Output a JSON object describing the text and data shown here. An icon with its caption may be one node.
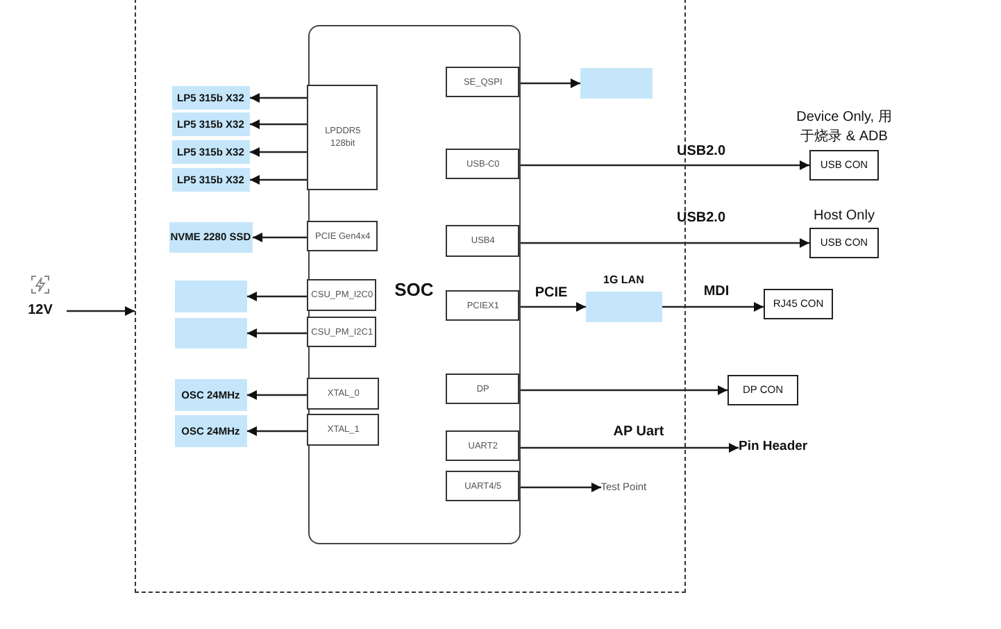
{
  "diagram": {
    "nodes": [
      {
        "text": [
          "12V"
        ]
      },
      {
        "text": [],
        "shape": "box"
      },
      {
        "text": [
          "SOC"
        ],
        "in": 1
      },
      {
        "text": [
          "LPDDR5 128bit"
        ],
        "in": 2
      },
      {
        "text": [
          "PCIE Gen4x4"
        ],
        "in": 2
      },
      {
        "text": [
          "CSU_PM_I2C0"
        ],
        "in": 2
      },
      {
        "text": [
          "CSU_PM_I2C1"
        ],
        "in": 2
      },
      {
        "text": [
          "XTAL_0"
        ],
        "in": 2
      },
      {
        "text": [
          "XTAL_1"
        ],
        "in": 2
      },
      {
        "text": [
          "SE_QSPI"
        ],
        "in": 2
      },
      {
        "text": [
          "USB-C0"
        ],
        "in": 2
      },
      {
        "text": [
          "USB4"
        ],
        "in": 2
      },
      {
        "text": [
          "PCIEX1"
        ],
        "in": 2
      },
      {
        "text": [
          "DP"
        ],
        "in": 2
      },
      {
        "text": [
          "UART2"
        ],
        "in": 2
      },
      {
        "text": [
          "UART4/5"
        ],
        "in": 2
      },
      {
        "text": [
          "LP5 315b X32"
        ],
        "in": 1
      },
      {
        "text": [
          "LP5 315b X32"
        ],
        "in": 1
      },
      {
        "text": [
          "LP5 315b X32"
        ],
        "in": 1
      },
      {
        "text": [
          "LP5 315b X32"
        ],
        "in": 1
      },
      {
        "text": [
          "NVME 2280 SSD"
        ],
        "in": 1
      },
      {
        "text": [],
        "shape": "box",
        "in": 1
      },
      {
        "text": [],
        "shape": "box",
        "in": 1
      },
      {
        "text": [
          "OSC 24MHz"
        ],
        "in": 1
      },
      {
        "text": [
          "OSC 24MHz"
        ],
        "in": 1
      },
      {
        "text": [],
        "shape": "box",
        "in": 1
      },
      {
        "text": [],
        "shape": "box",
        "in": 1,
        "beside": [
          "1G LAN"
        ]
      },
      {
        "text": [
          "Test Point"
        ],
        "in": 1
      },
      {
        "text": [
          "USB CON"
        ],
        "beside": [
          "Device Only, 用于烧录 & ADB"
        ]
      },
      {
        "text": [
          "USB CON"
        ],
        "beside": [
          "Host Only"
        ]
      },
      {
        "text": [
          "RJ45 CON"
        ]
      },
      {
        "text": [
          "DP CON"
        ]
      },
      {
        "text": [
          "Pin Header"
        ]
      }
    ],
    "edges": [
      {
        "from": 0,
        "to": 1,
        "arrow": "to"
      },
      {
        "from": 3,
        "to": 16,
        "arrow": "to"
      },
      {
        "from": 3,
        "to": 17,
        "arrow": "to"
      },
      {
        "from": 3,
        "to": 18,
        "arrow": "to"
      },
      {
        "from": 3,
        "to": 19,
        "arrow": "to"
      },
      {
        "from": 4,
        "to": 20,
        "arrow": "to"
      },
      {
        "from": 5,
        "to": 21,
        "arrow": "to"
      },
      {
        "from": 6,
        "to": 22,
        "arrow": "to"
      },
      {
        "from": 7,
        "to": 23,
        "arrow": "to"
      },
      {
        "from": 8,
        "to": 24,
        "arrow": "to"
      },
      {
        "from": 9,
        "to": 25,
        "arrow": "to"
      },
      {
        "from": 10,
        "to": 28,
        "arrow": "to",
        "label": "USB2.0"
      },
      {
        "from": 11,
        "to": 29,
        "arrow": "to",
        "label": "USB2.0"
      },
      {
        "from": 12,
        "to": 26,
        "arrow": "to",
        "label": "PCIE"
      },
      {
        "from": 26,
        "to": 30,
        "arrow": "to",
        "label": "MDI"
      },
      {
        "from": 13,
        "to": 31,
        "arrow": "to"
      },
      {
        "from": 14,
        "to": 32,
        "arrow": "to",
        "label": "AP Uart"
      },
      {
        "from": 15,
        "to": 27,
        "arrow": "to"
      }
    ]
  }
}
